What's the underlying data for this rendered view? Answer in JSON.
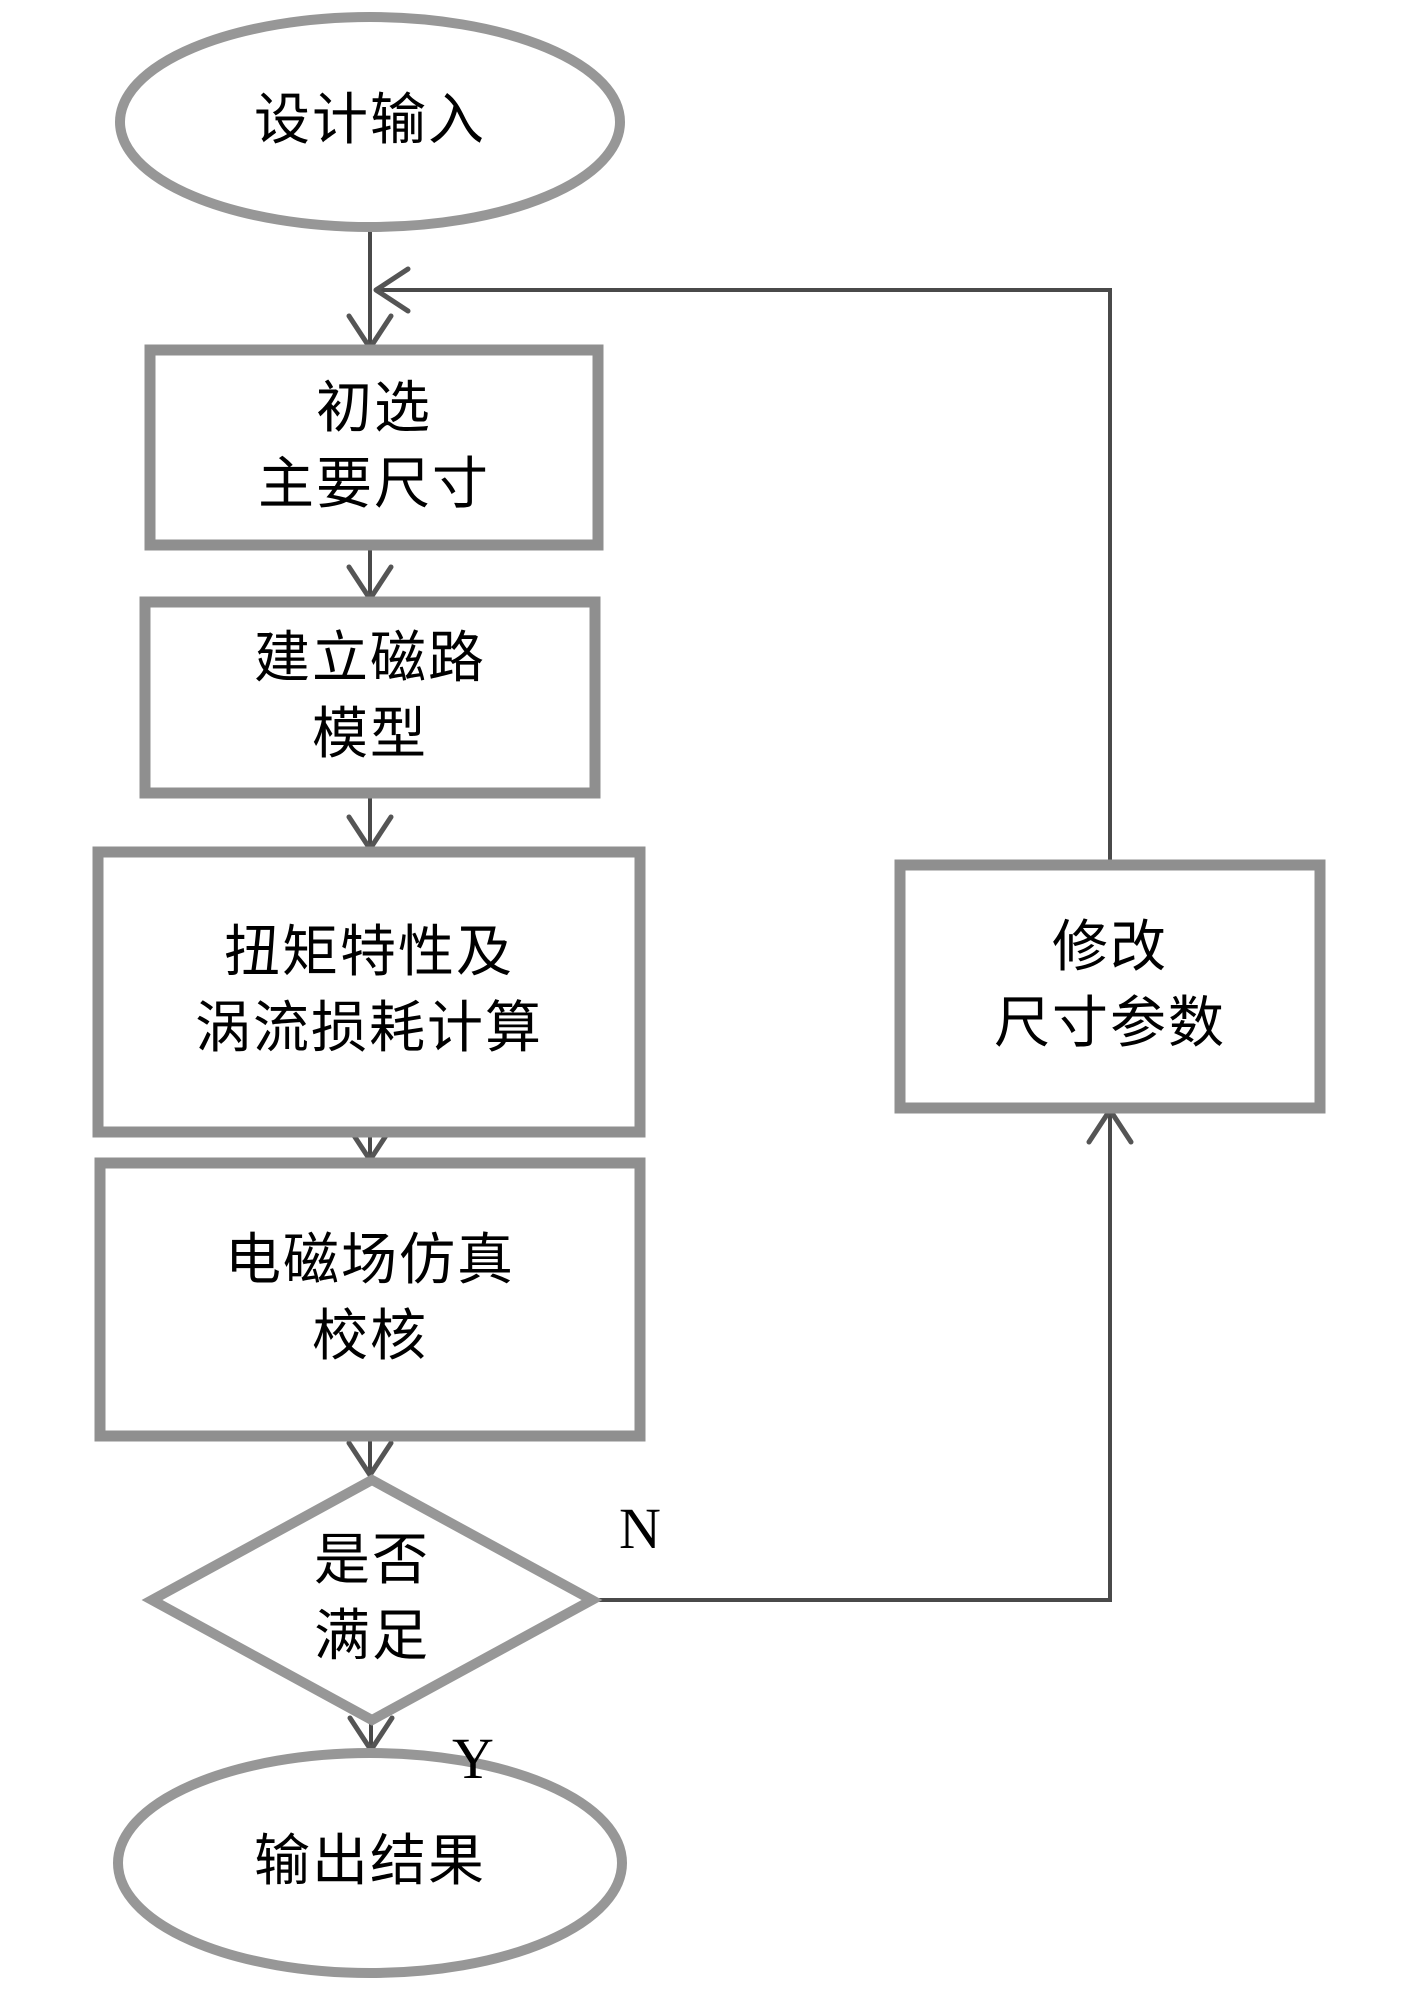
{
  "diagram": {
    "type": "flowchart",
    "background_color": "#ffffff",
    "shape_border_color": "#8f8f8f",
    "connector_color": "#4a4a4a",
    "text_color": "#000000",
    "nodes": {
      "start": {
        "shape": "ellipse",
        "label": "设计输入"
      },
      "init_size": {
        "shape": "process",
        "label": "初选\n主要尺寸"
      },
      "magnetic_model": {
        "shape": "process",
        "label": "建立磁路\n模型"
      },
      "torque_loss": {
        "shape": "process",
        "label": "扭矩特性及\n涡流损耗计算"
      },
      "em_check": {
        "shape": "process",
        "label": "电磁场仿真\n校核"
      },
      "satisfied": {
        "shape": "decision",
        "label": "是否\n满足"
      },
      "output": {
        "shape": "ellipse",
        "label": "输出结果"
      },
      "modify": {
        "shape": "process",
        "label": "修改\n尺寸参数"
      }
    },
    "edge_labels": {
      "no": "N",
      "yes": "Y"
    }
  }
}
